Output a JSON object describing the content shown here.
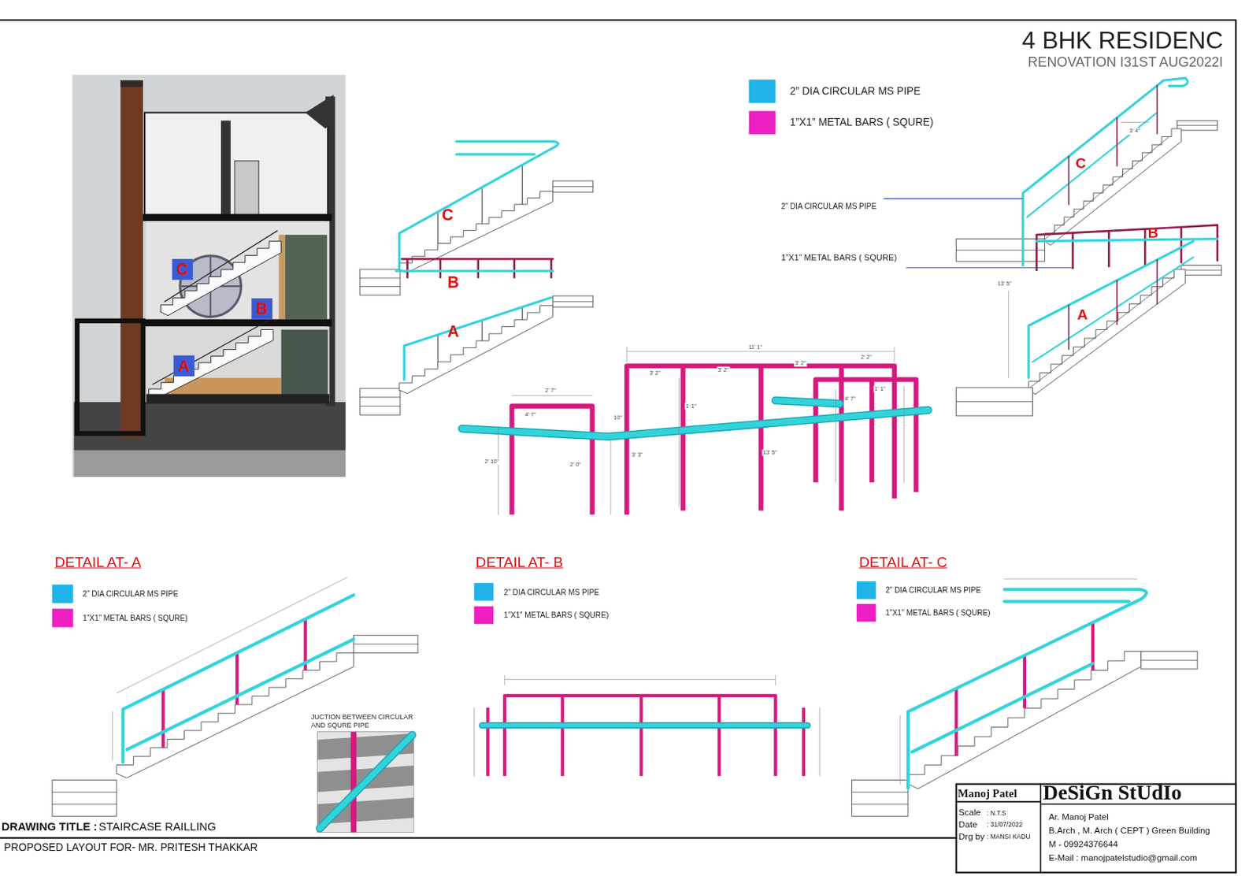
{
  "diagram": {
    "title": "4 BHK RESIDENC",
    "nodes": [
      {
        "text": [
          "C"
        ]
      },
      {
        "text": [
          "B"
        ]
      },
      {
        "text": [
          "A"
        ]
      }
    ],
    "labels": [
      "RENOVATION I31ST AUG2022I",
      "C",
      "B",
      "A",
      "2” DIA CIRCULAR MS PIPE",
      "1”X1” METAL BARS ( SQURE)",
      "3' 4\"",
      "C",
      "B",
      "13' 5\"",
      "A",
      "11' 1\"",
      "3' 2\"",
      "3' 2\"",
      "3' 2\"",
      "2' 2\"",
      "2' 7\"",
      "4' 7\"",
      "10\"",
      "1' 1\"",
      "4' 7\"",
      "1' 1\"",
      "2' 10\"",
      "2' 0\"",
      "3' 3\"",
      "13' 5\"",
      "DETAIL AT- A",
      "DETAIL AT- B",
      "DETAIL AT- C",
      "JUCTION BETWEEN CIRCULAR AND SQURE PIPE",
      "DRAWING TITLE :",
      "STAIRCASE RAILLING",
      "Manoj Patel",
      "DeSiGn StUdIo",
      "Scale",
      ": N.T.S",
      "Date",
      ": 31/07/2022",
      "Drg by",
      ": MANSI KADU",
      "Ar. Manoj Patel",
      "B.Arch , M. Arch ( CEPT ) Green Building",
      "M - 09924376644",
      "E-Mail : manojpatelstudio@gmail.com",
      "PROPOSED LAYOUT FOR- MR. PRITESH THAKKAR"
    ],
    "legend": [
      {
        "text": "2” DIA CIRCULAR MS PIPE",
        "color": "#1fb3e8"
      },
      {
        "text": "1”X1” METAL BARS ( SQURE)",
        "color": "#ee1fc3"
      },
      {
        "text": "2” DIA CIRCULAR MS PIPE",
        "color": "#1fb3e8"
      },
      {
        "text": "1”X1” METAL BARS ( SQURE)",
        "color": "#ee1fc3"
      },
      {
        "text": "2” DIA CIRCULAR MS PIPE",
        "color": "#1fb3e8"
      },
      {
        "text": "1”X1” METAL BARS ( SQURE)",
        "color": "#ee1fc3"
      },
      {
        "text": "2” DIA CIRCULAR MS PIPE",
        "color": "#1fb3e8"
      },
      {
        "text": "1”X1” METAL BARS ( SQURE)",
        "color": "#ee1fc3"
      }
    ]
  }
}
